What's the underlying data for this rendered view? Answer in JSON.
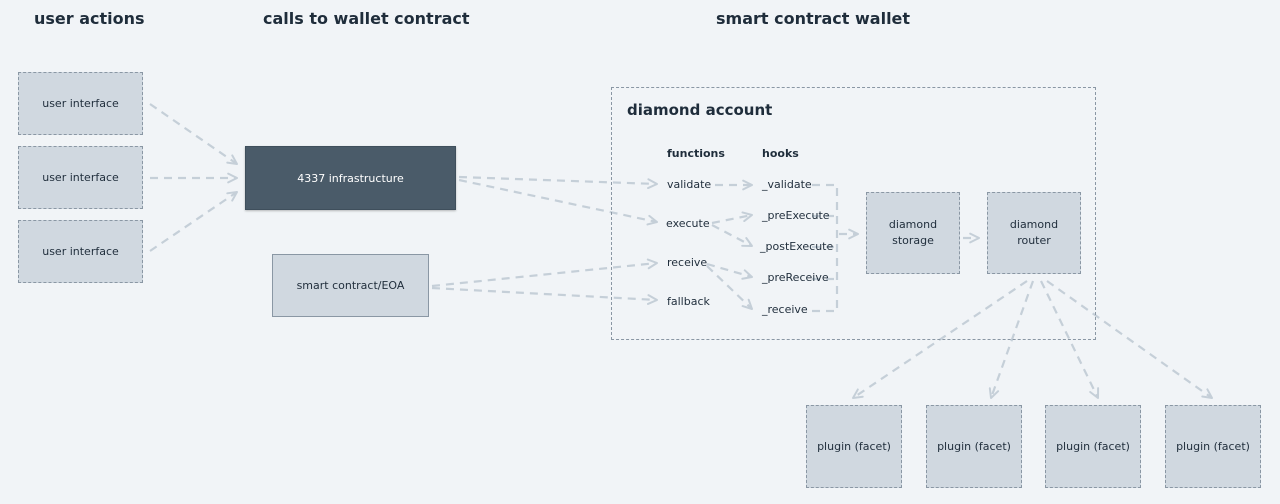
{
  "sections": {
    "user_actions": "user actions",
    "calls": "calls to wallet contract",
    "wallet": "smart contract wallet"
  },
  "user_interfaces": [
    "user interface",
    "user interface",
    "user interface"
  ],
  "infrastructure": "4337 infrastructure",
  "smart_contract_eoa": "smart contract/EOA",
  "account": {
    "title": "diamond account",
    "functions_header": "functions",
    "hooks_header": "hooks",
    "functions": [
      "validate",
      "execute",
      "receive",
      "fallback"
    ],
    "hooks": [
      "_validate",
      "_preExecute",
      "_postExecute",
      "_preReceive",
      "_receive"
    ]
  },
  "storage": {
    "line1": "diamond",
    "line2": "storage"
  },
  "router": {
    "line1": "diamond",
    "line2": "router"
  },
  "plugins": [
    "plugin (facet)",
    "plugin (facet)",
    "plugin (facet)",
    "plugin (facet)"
  ],
  "colors": {
    "background": "#f1f4f7",
    "box_fill": "#d0d8e0",
    "box_border": "#8a97a4",
    "dark_box": "#4a5b69",
    "arrow": "#c5cfd8"
  }
}
